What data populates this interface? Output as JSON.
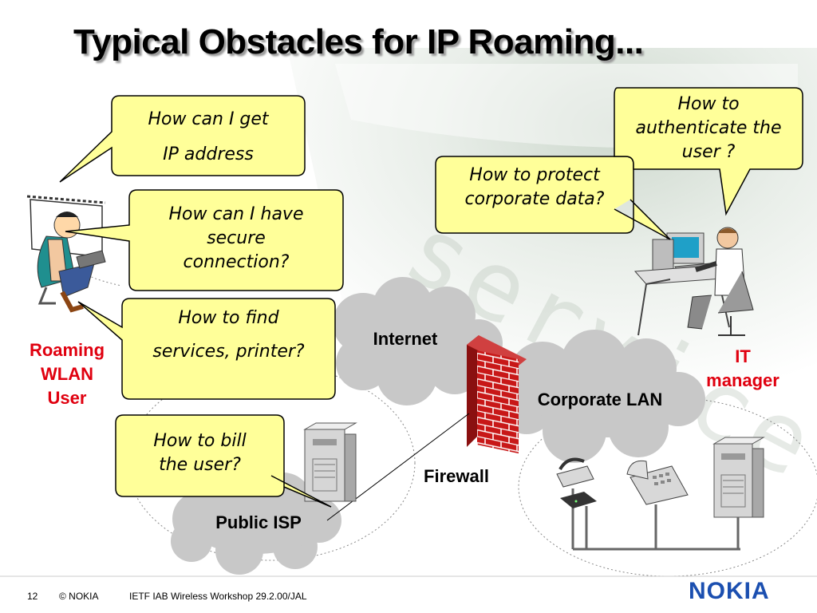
{
  "slide": {
    "title": "Typical Obstacles for IP Roaming...",
    "bubbles": {
      "get_ip": [
        "How can I get",
        "IP address"
      ],
      "secure": [
        "How can I have",
        "secure",
        "connection?"
      ],
      "find_services": [
        "How to find",
        "services, printer?"
      ],
      "bill_user": [
        "How to bill",
        "the user?"
      ],
      "protect_data": [
        "How to protect",
        "corporate data?"
      ],
      "authenticate": [
        "How to",
        "authenticate the",
        "user ?"
      ]
    },
    "labels": {
      "roaming_user": [
        "Roaming",
        "WLAN",
        "User"
      ],
      "it_manager": [
        "IT",
        "manager"
      ],
      "internet": "Internet",
      "corporate_lan": "Corporate LAN",
      "firewall": "Firewall",
      "public_isp": "Public ISP"
    },
    "footer": {
      "page": "12",
      "copyright": "© NOKIA",
      "event": "IETF IAB Wireless Workshop 29.2.00/JAL",
      "logo": "NOKIA"
    }
  },
  "colors": {
    "bubble_fill": "#ffff99",
    "label_red": "#e0000f",
    "cloud": "#c8c8c8",
    "logo_blue": "#1b4fb0"
  },
  "icons": [
    "user-with-laptop-icon",
    "it-manager-computer-icon",
    "firewall-brick-wall-icon",
    "server-icon",
    "telephone-icon",
    "modem-icon",
    "conference-phone-icon"
  ]
}
